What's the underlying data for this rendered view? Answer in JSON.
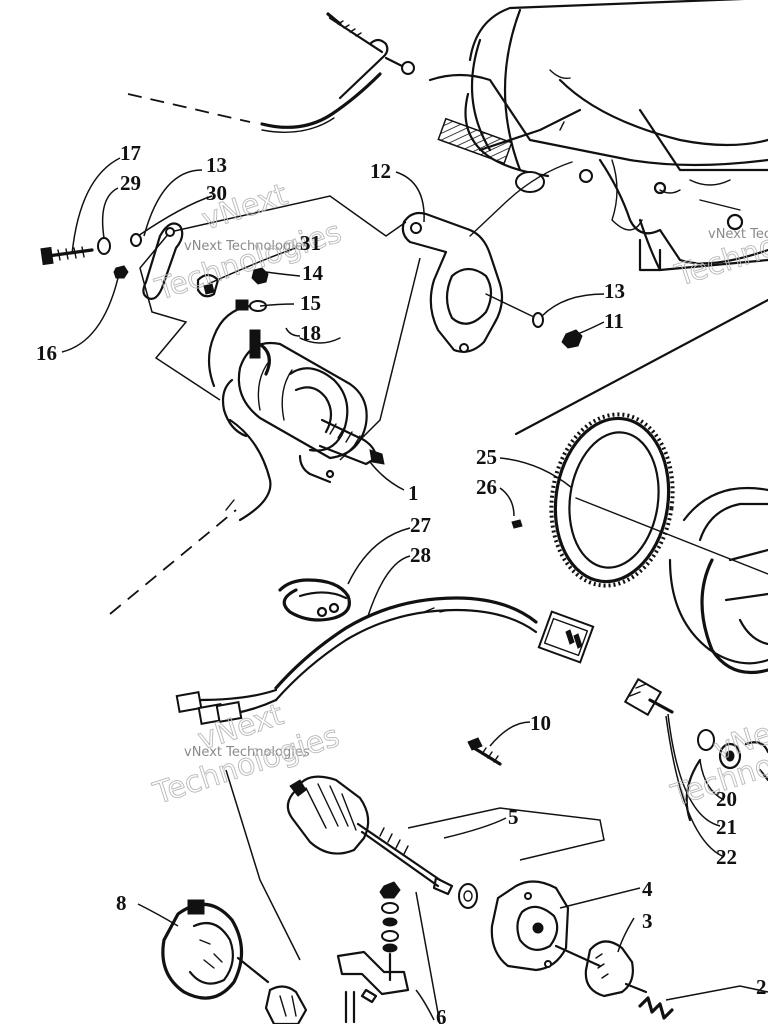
{
  "diagram": {
    "callouts": [
      {
        "id": "c17",
        "label": "17"
      },
      {
        "id": "c29",
        "label": "29"
      },
      {
        "id": "c13a",
        "label": "13"
      },
      {
        "id": "c30",
        "label": "30"
      },
      {
        "id": "c12",
        "label": "12"
      },
      {
        "id": "c31",
        "label": "31"
      },
      {
        "id": "c14",
        "label": "14"
      },
      {
        "id": "c15",
        "label": "15"
      },
      {
        "id": "c18",
        "label": "18"
      },
      {
        "id": "c16",
        "label": "16"
      },
      {
        "id": "c13b",
        "label": "13"
      },
      {
        "id": "c11",
        "label": "11"
      },
      {
        "id": "c1",
        "label": "1"
      },
      {
        "id": "c25",
        "label": "25"
      },
      {
        "id": "c26",
        "label": "26"
      },
      {
        "id": "c27",
        "label": "27"
      },
      {
        "id": "c28",
        "label": "28"
      },
      {
        "id": "c10",
        "label": "10"
      },
      {
        "id": "c5",
        "label": "5"
      },
      {
        "id": "c20",
        "label": "20"
      },
      {
        "id": "c21",
        "label": "21"
      },
      {
        "id": "c22",
        "label": "22"
      },
      {
        "id": "c8",
        "label": "8"
      },
      {
        "id": "c4",
        "label": "4"
      },
      {
        "id": "c3",
        "label": "3"
      },
      {
        "id": "c6",
        "label": "6"
      },
      {
        "id": "c2",
        "label": "2"
      }
    ],
    "watermark": {
      "brand": "vNext",
      "line": "vNext Technologies",
      "word": "Technologies"
    }
  }
}
